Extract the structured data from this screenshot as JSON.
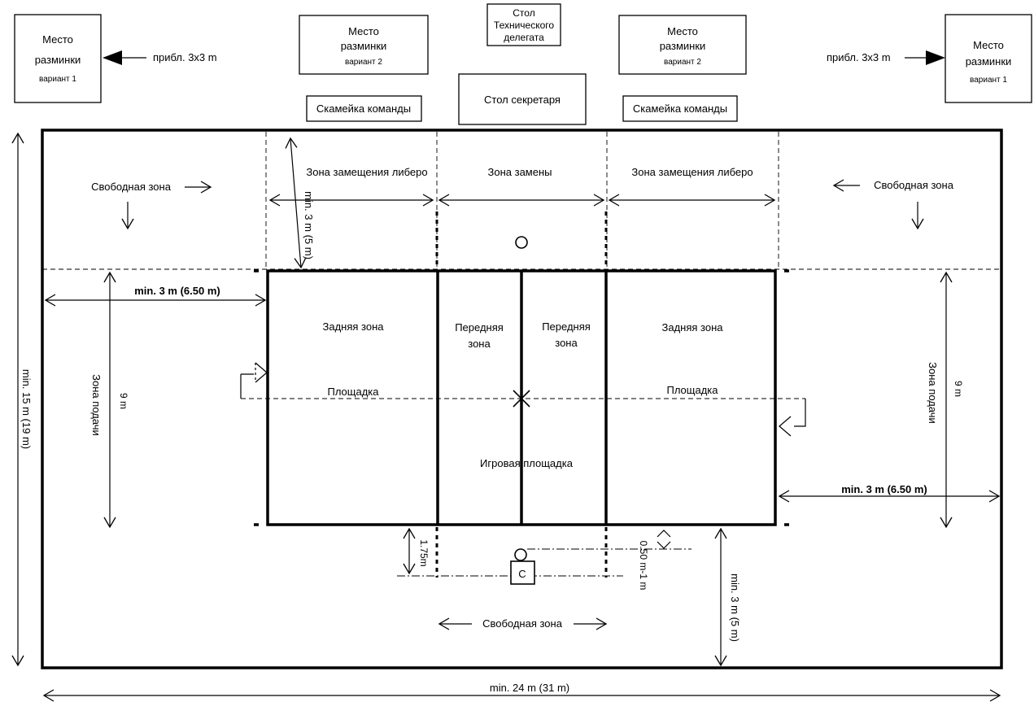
{
  "warmup": {
    "left": {
      "line1": "Место",
      "line2": "разминки",
      "line3": "вариант 1"
    },
    "right": {
      "line1": "Место",
      "line2": "разминки",
      "line3": "вариант 1"
    },
    "left_size": "прибл. 3x3 m",
    "right_size": "прибл. 3x3 m"
  },
  "warmup_variant2": {
    "left": {
      "line1": "Место",
      "line2": "разминки",
      "line3": "вариант 2"
    },
    "right": {
      "line1": "Место",
      "line2": "разминки",
      "line3": "вариант 2"
    }
  },
  "tech_delegate_table": {
    "line1": "Стол",
    "line2": "Технического",
    "line3": "делегата"
  },
  "scorer_table": "Стол секретаря",
  "team_bench_left": "Скамейка команды",
  "team_bench_right": "Скамейка команды",
  "zones": {
    "free_zone_left": "Свободная зона",
    "free_zone_right": "Свободная зона",
    "free_zone_bottom": "Свободная зона",
    "libero_zone_left": "Зона замещения либеро",
    "libero_zone_right": "Зона замещения либеро",
    "substitution_zone": "Зона замены",
    "back_zone_left": "Задняя зона",
    "back_zone_right": "Задняя зона",
    "front_zone_left": {
      "line1": "Передняя",
      "line2": "зона"
    },
    "front_zone_right": {
      "line1": "Передняя",
      "line2": "зона"
    },
    "court_left": "Площадка",
    "court_right": "Площадка",
    "playing_area": "Игровая площадка",
    "service_zone_left": "Зона подачи",
    "service_zone_right": "Зона подачи"
  },
  "dimensions": {
    "min_3m_5m_top": "min. 3 m (5 m)",
    "min_3m_650_left": "min. 3 m (6.50 m)",
    "min_3m_650_right": "min. 3 m (6.50 m)",
    "nine_m_left": "9 m",
    "nine_m_right": "9 m",
    "min_15m": "min. 15 m (19 m)",
    "min_24m": "min. 24 m (31 m)",
    "one_75m": "1.75m",
    "zero_50_1m": "0.50 m-1 m",
    "min_3m_5m_bottom": "min. 3 m (5 m)"
  },
  "referee_label": "C"
}
